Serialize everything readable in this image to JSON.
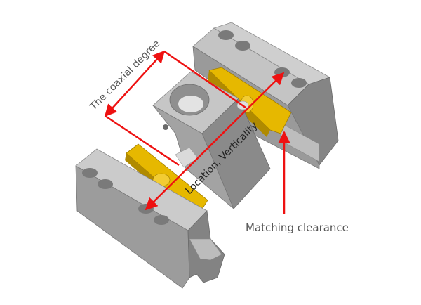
{
  "labels": {
    "coaxial_degree": "The coaxial degree",
    "location_verticality": "Location, Verticality",
    "matching_clearance": "Matching clearance"
  },
  "colors": {
    "background": "#ffffff",
    "annotation": "#ee1111",
    "label_text": "#555555",
    "block_top": "#c9c9c9",
    "block_front": "#9c9c9c",
    "block_side": "#7b7b7b",
    "shim_top": "#e6b800",
    "shim_side": "#b08a00",
    "hole": "#7a7a7a"
  }
}
